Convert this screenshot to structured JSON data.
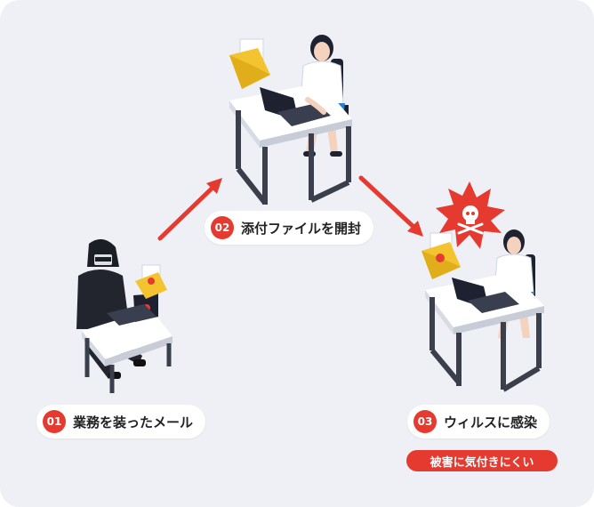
{
  "steps": [
    {
      "number": "01",
      "label": "業務を装ったメール"
    },
    {
      "number": "02",
      "label": "添付ファイルを開封"
    },
    {
      "number": "03",
      "label": "ウィルスに感染"
    }
  ],
  "warning": "被害に気付きにくい",
  "colors": {
    "accent": "#e53a2f",
    "background": "#eef0f5",
    "envelope": "#f4c430"
  }
}
